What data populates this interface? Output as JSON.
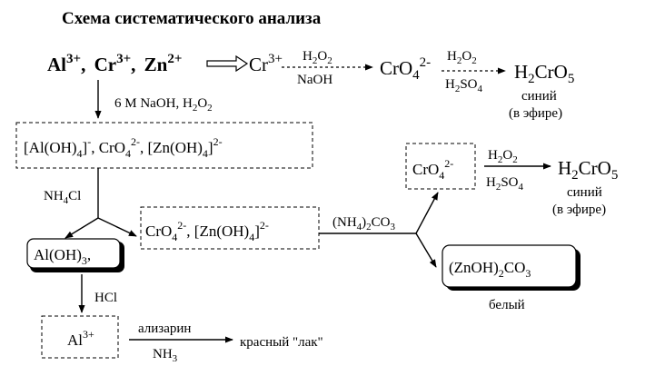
{
  "title": "Схема систематического анализа",
  "top": {
    "al": "Al",
    "al_charge": "3+",
    "cr": "Cr",
    "cr_charge": "3+",
    "zn": "Zn",
    "zn_charge": "2+",
    "comma": ","
  },
  "cr_step": {
    "cr": "Cr",
    "cr_charge": "3+",
    "reagent_top": "H",
    "reagent_top_sub": "2",
    "reagent_top_end": "O",
    "reagent_top_sub2": "2",
    "reagent_bottom": "NaOH",
    "product": "CrO",
    "product_sub": "4",
    "product_charge": "2-"
  },
  "cr_step2": {
    "reagent_top": "H",
    "reagent_top_sub": "2",
    "reagent_top_end": "O",
    "reagent_top_sub2": "2",
    "reagent_bottom": "H",
    "reagent_bottom_sub": "2",
    "reagent_bottom_mid": "SO",
    "reagent_bottom_sub2": "4",
    "product": "H",
    "product_sub": "2",
    "product_mid": "CrO",
    "product_sub2": "5",
    "note1": "синий",
    "note2": "(в эфире)"
  },
  "naoh_step": {
    "label": "6 M NaOH, H",
    "label_sub": "2",
    "label_end": "O",
    "label_sub2": "2"
  },
  "box1": {
    "p1": "[Al(OH)",
    "p1_sub": "4",
    "p1_end": "]",
    "p1_charge": "-",
    "p2": ", CrO",
    "p2_sub": "4",
    "p2_charge": "2-",
    "p3": ", [Zn(OH)",
    "p3_sub": "4",
    "p3_end": "]",
    "p3_charge": "2-"
  },
  "nh4cl": {
    "label": "NH",
    "sub": "4",
    "end": "Cl"
  },
  "box_aloh3": {
    "label": "Al(OH)",
    "sub": "3",
    "end": ","
  },
  "box2": {
    "p1": "CrO",
    "p1_sub": "4",
    "p1_charge": "2-",
    "p2": ", [Zn(OH)",
    "p2_sub": "4",
    "p2_end": "]",
    "p2_charge": "2-"
  },
  "ammonium_carbonate": {
    "p1": "(NH",
    "p1_sub": "4",
    "p1_end": ")",
    "p1_sub2": "2",
    "p2": "CO",
    "p2_sub": "3"
  },
  "box3": {
    "label": "CrO",
    "sub": "4",
    "charge": "2-"
  },
  "cr_step3": {
    "reagent_top": "H",
    "reagent_top_sub": "2",
    "reagent_top_end": "O",
    "reagent_top_sub2": "2",
    "reagent_bottom": "H",
    "reagent_bottom_sub": "2",
    "reagent_bottom_mid": "SO",
    "reagent_bottom_sub2": "4",
    "product": "H",
    "product_sub": "2",
    "product_mid": "CrO",
    "product_sub2": "5",
    "note1": "синий",
    "note2": "(в эфире)"
  },
  "box_zn": {
    "p1": "(ZnOH)",
    "p1_sub": "2",
    "p2": "CO",
    "p2_sub": "3",
    "note": "белый"
  },
  "hcl": {
    "label": "HCl"
  },
  "box_al": {
    "label": "Al",
    "charge": "3+"
  },
  "final_step": {
    "reagent_top": "ализарин",
    "reagent_bottom": "NH",
    "reagent_bottom_sub": "3",
    "product": "красный \"лак\""
  }
}
